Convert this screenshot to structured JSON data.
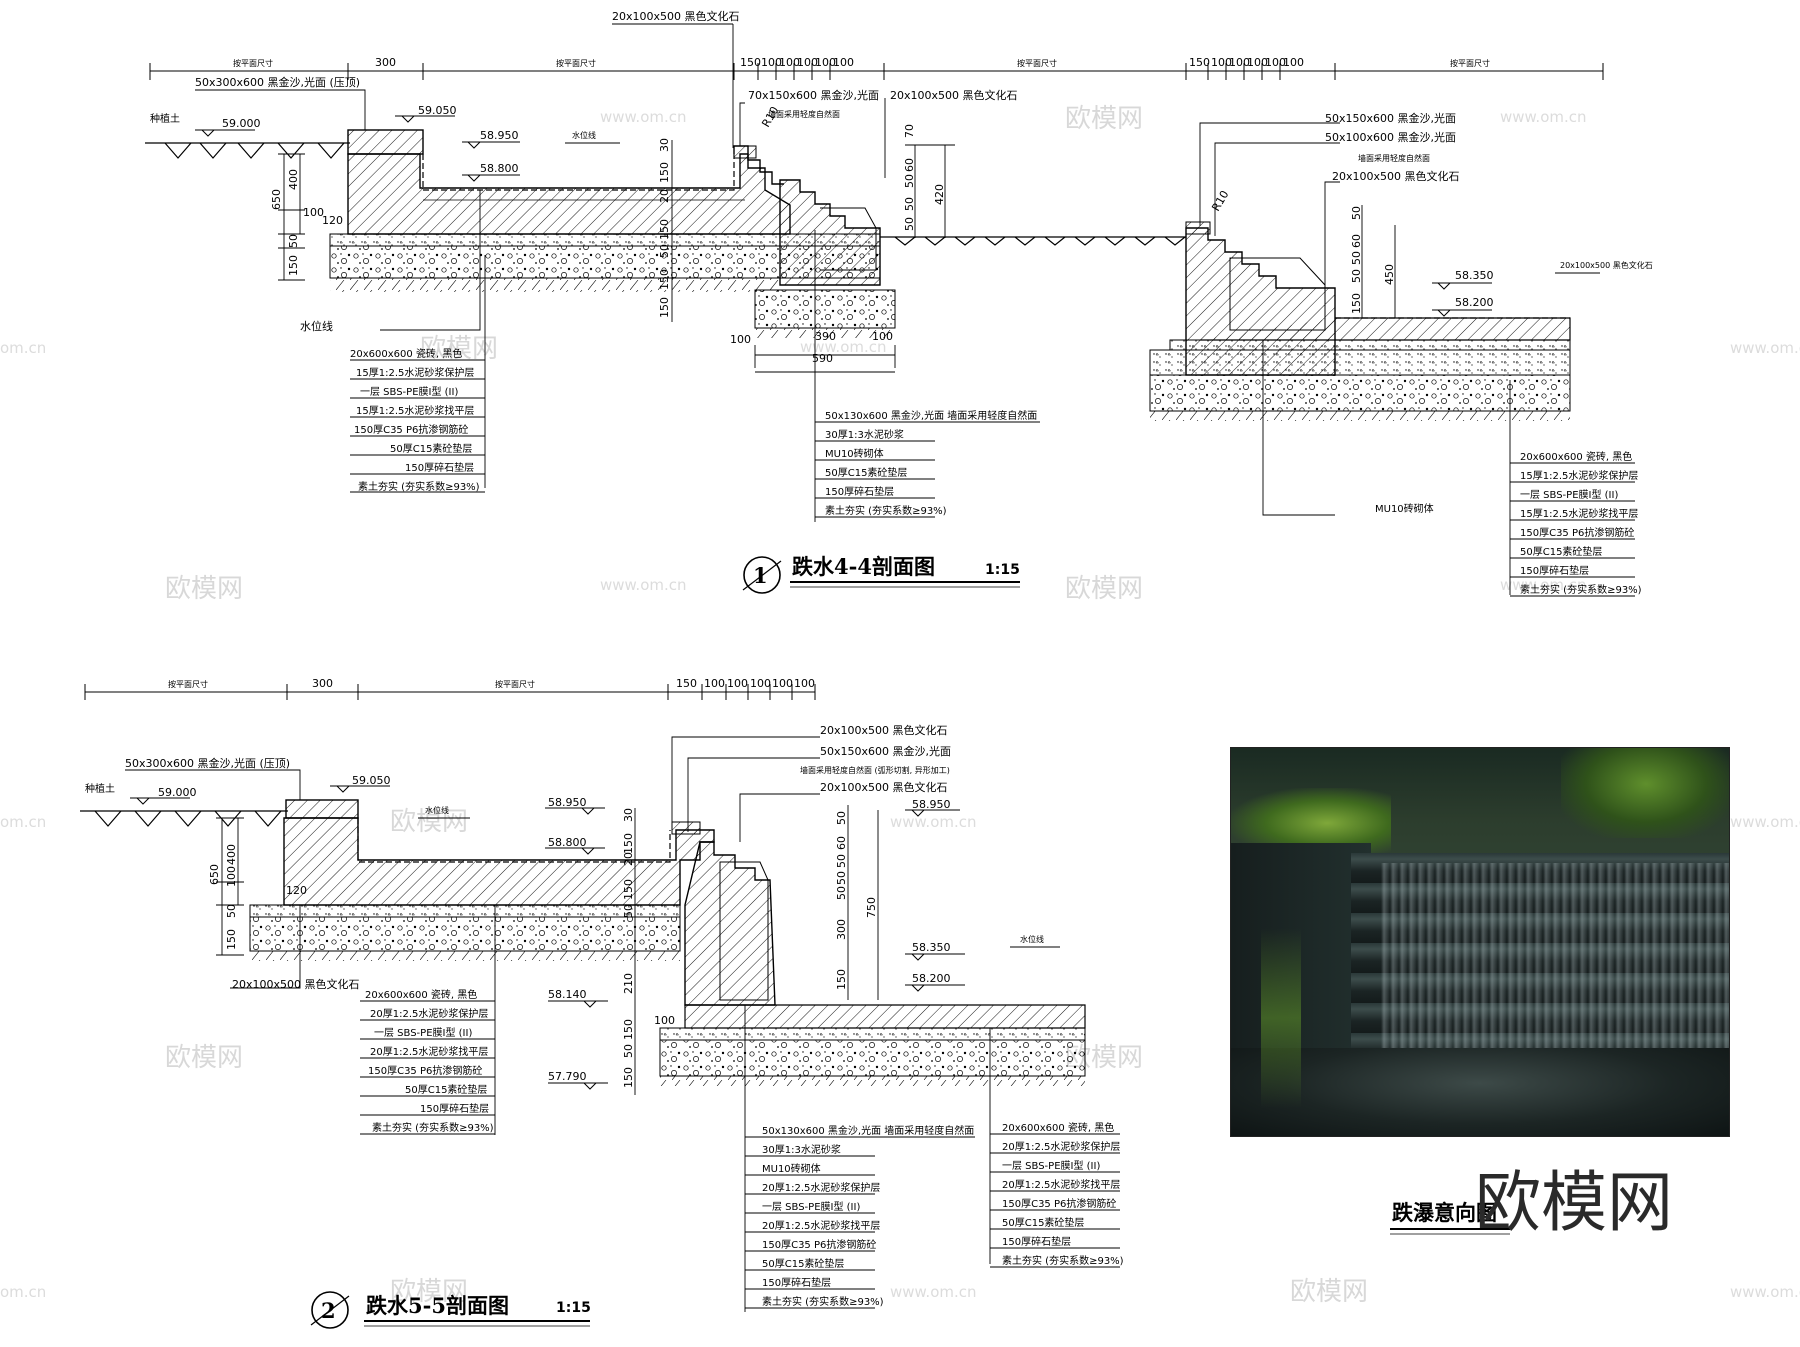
{
  "section1": {
    "title": "跌水4-4剖面图",
    "scale": "1:15",
    "number": "1",
    "dim_top": [
      "按平面尺寸",
      "300",
      "按平面尺寸",
      "150",
      "100",
      "100",
      "100",
      "100",
      "100",
      "按平面尺寸",
      "150",
      "100",
      "100",
      "100",
      "100",
      "100",
      "按平面尺寸"
    ],
    "callouts": [
      "20x100x500 黑色文化石",
      "50x300x600 黑金沙,光面 (压顶)",
      "种植土",
      "70x150x600 黑金沙,光面",
      "墙面采用轻度自然面",
      "20x100x500 黑色文化石",
      "50x150x600 黑金沙,光面",
      "50x100x600 黑金沙,光面",
      "墙面采用轻度自然面",
      "20x100x500 黑色文化石",
      "R10",
      "R10",
      "水位线",
      "水位线",
      "20x100x500 黑色文化石"
    ],
    "elevations": [
      "59.000",
      "59.050",
      "58.950",
      "58.800",
      "58.350",
      "58.200"
    ],
    "dims_left": [
      "650",
      "400",
      "100",
      "50",
      "150",
      "120"
    ],
    "dims_mid": [
      "30",
      "150",
      "20",
      "150",
      "50",
      "150",
      "150"
    ],
    "dims_right1": [
      "70",
      "50",
      "60",
      "50",
      "50",
      "420",
      "100",
      "390",
      "100",
      "590"
    ],
    "dims_right2": [
      "50",
      "50",
      "60",
      "50",
      "150",
      "450"
    ],
    "layers_left": [
      "20x600x600 瓷砖, 黑色",
      "15厚1:2.5水泥砂浆保护层",
      "一层 SBS-PE膜I型 (II)",
      "15厚1:2.5水泥砂浆找平层",
      "150厚C35 P6抗渗钢筋砼",
      "50厚C15素砼垫层",
      "150厚碎石垫层",
      "素土夯实 (夯实系数≥93%)"
    ],
    "layers_mid": [
      "50x130x600 黑金沙,光面 墙面采用轻度自然面",
      "30厚1:3水泥砂浆",
      "MU10砖砌体",
      "50厚C15素砼垫层",
      "150厚碎石垫层",
      "素土夯实 (夯实系数≥93%)"
    ],
    "layers_right": [
      "20x600x600 瓷砖, 黑色",
      "15厚1:2.5水泥砂浆保护层",
      "一层 SBS-PE膜I型 (II)",
      "15厚1:2.5水泥砂浆找平层",
      "150厚C35 P6抗渗钢筋砼",
      "50厚C15素砼垫层",
      "150厚碎石垫层",
      "素土夯实 (夯实系数≥93%)"
    ],
    "mu10": "MU10砖砌体"
  },
  "section2": {
    "title": "跌水5-5剖面图",
    "scale": "1:15",
    "number": "2",
    "dim_top": [
      "按平面尺寸",
      "300",
      "按平面尺寸",
      "150",
      "100",
      "100",
      "100",
      "100",
      "100"
    ],
    "callouts": [
      "50x300x600 黑金沙,光面 (压顶)",
      "种植土",
      "20x100x500 黑色文化石",
      "50x150x600 黑金沙,光面",
      "墙面采用轻度自然面 (弧形切割, 异形加工)",
      "20x100x500 黑色文化石",
      "水位线",
      "水位线",
      "20x100x500 黑色文化石"
    ],
    "elevations": [
      "59.000",
      "59.050",
      "58.950",
      "58.800",
      "58.950",
      "58.350",
      "58.200",
      "58.140",
      "57.790"
    ],
    "dims_left": [
      "650",
      "400",
      "100",
      "50",
      "150",
      "120"
    ],
    "dims_mid": [
      "30",
      "150",
      "20",
      "150",
      "50",
      "210",
      "150",
      "50",
      "150",
      "100"
    ],
    "dims_right": [
      "50",
      "50",
      "60",
      "50",
      "50",
      "750",
      "300",
      "150"
    ],
    "layers_left": [
      "20x600x600 瓷砖, 黑色",
      "20厚1:2.5水泥砂浆保护层",
      "一层 SBS-PE膜I型 (II)",
      "20厚1:2.5水泥砂浆找平层",
      "150厚C35 P6抗渗钢筋砼",
      "50厚C15素砼垫层",
      "150厚碎石垫层",
      "素土夯实 (夯实系数≥93%)"
    ],
    "layers_mid": [
      "50x130x600 黑金沙,光面 墙面采用轻度自然面",
      "30厚1:3水泥砂浆",
      "MU10砖砌体",
      "20厚1:2.5水泥砂浆保护层",
      "一层 SBS-PE膜I型 (II)",
      "20厚1:2.5水泥砂浆找平层",
      "150厚C35 P6抗渗钢筋砼",
      "50厚C15素砼垫层",
      "150厚碎石垫层",
      "素土夯实 (夯实系数≥93%)"
    ],
    "layers_right": [
      "20x600x600 瓷砖, 黑色",
      "20厚1:2.5水泥砂浆保护层",
      "一层 SBS-PE膜I型 (II)",
      "20厚1:2.5水泥砂浆找平层",
      "150厚C35 P6抗渗钢筋砼",
      "50厚C15素砼垫层",
      "150厚碎石垫层",
      "素土夯实 (夯实系数≥93%)"
    ]
  },
  "photo": {
    "caption": "跌瀑意向图"
  },
  "watermark": {
    "logo": "欧模网",
    "url": "www.om.cn",
    "url_short": "om.cn",
    "brand": "欧模网"
  }
}
